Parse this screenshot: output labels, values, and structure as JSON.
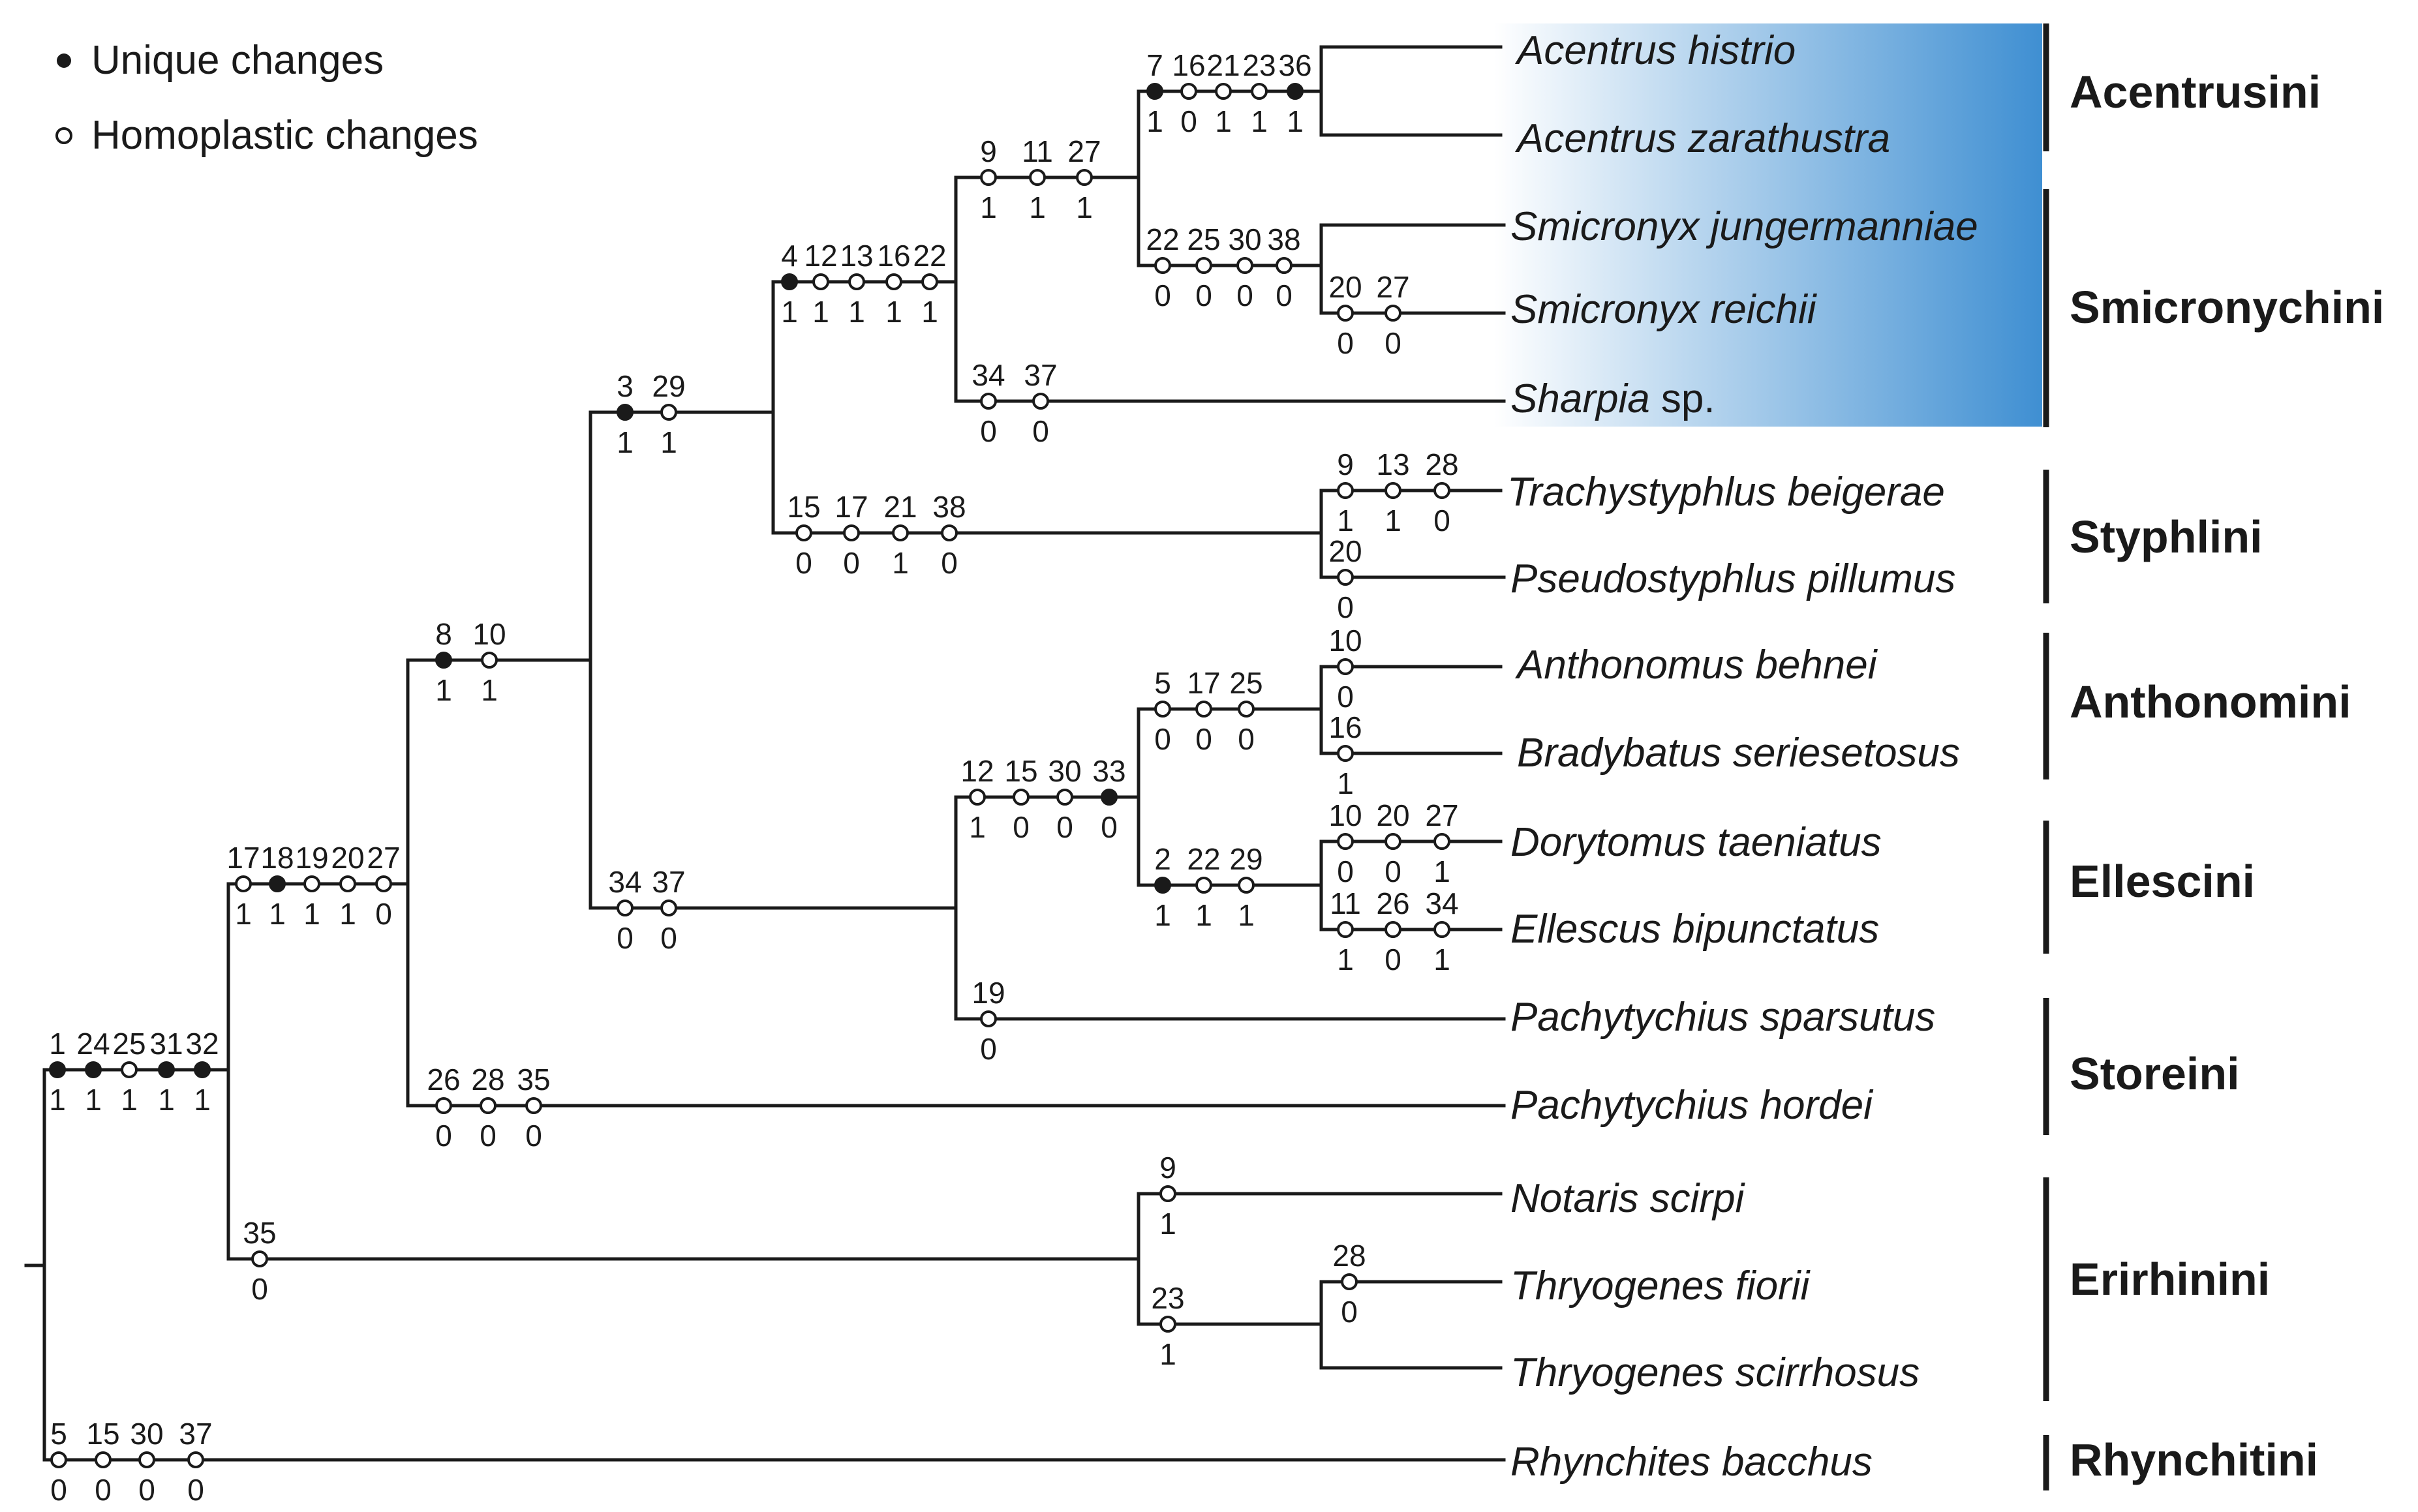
{
  "legend": {
    "unique": "Unique changes",
    "homoplastic": "Homoplastic changes"
  },
  "colors": {
    "line": "#1a1a1a",
    "highlight_start": "#ffffff",
    "highlight_end": "#3f8fd2"
  },
  "taxa": [
    {
      "genus": "Acentrus histrio",
      "suffix": ""
    },
    {
      "genus": "Acentrus zarathustra",
      "suffix": ""
    },
    {
      "genus": "Smicronyx jungermanniae",
      "suffix": ""
    },
    {
      "genus": "Smicronyx reichii",
      "suffix": ""
    },
    {
      "genus": "Sharpia",
      "suffix": " sp."
    },
    {
      "genus": "Trachystyphlus beigerae",
      "suffix": ""
    },
    {
      "genus": "Pseudostyphlus pillumus",
      "suffix": ""
    },
    {
      "genus": "Anthonomus behnei",
      "suffix": ""
    },
    {
      "genus": "Bradybatus seriesetosus",
      "suffix": ""
    },
    {
      "genus": "Dorytomus taeniatus",
      "suffix": ""
    },
    {
      "genus": "Ellescus bipunctatus",
      "suffix": ""
    },
    {
      "genus": "Pachytychius sparsutus",
      "suffix": ""
    },
    {
      "genus": "Pachytychius hordei",
      "suffix": ""
    },
    {
      "genus": "Notaris scirpi",
      "suffix": ""
    },
    {
      "genus": "Thryogenes fiorii",
      "suffix": ""
    },
    {
      "genus": "Thryogenes scirrhosus",
      "suffix": ""
    },
    {
      "genus": "Rhynchites bacchus",
      "suffix": ""
    }
  ],
  "tribes": [
    "Acentrusini",
    "Smicronychini",
    "Styphlini",
    "Anthonomini",
    "Ellescini",
    "Storeini",
    "Erirhinini",
    "Rhynchitini"
  ],
  "changes": {
    "root": [
      {
        "c": "1",
        "s": "1",
        "u": true
      },
      {
        "c": "24",
        "s": "1",
        "u": true
      },
      {
        "c": "25",
        "s": "1",
        "u": false
      },
      {
        "c": "31",
        "s": "1",
        "u": true
      },
      {
        "c": "32",
        "s": "1",
        "u": true
      }
    ],
    "rhynchites": [
      {
        "c": "5",
        "s": "0",
        "u": false
      },
      {
        "c": "15",
        "s": "0",
        "u": false
      },
      {
        "c": "30",
        "s": "0",
        "u": false
      },
      {
        "c": "37",
        "s": "0",
        "u": false
      }
    ],
    "main": [
      {
        "c": "17",
        "s": "1",
        "u": false
      },
      {
        "c": "18",
        "s": "1",
        "u": true
      },
      {
        "c": "19",
        "s": "1",
        "u": false
      },
      {
        "c": "20",
        "s": "1",
        "u": false
      },
      {
        "c": "27",
        "s": "0",
        "u": false
      }
    ],
    "erirhinini": [
      {
        "c": "35",
        "s": "0",
        "u": false
      }
    ],
    "notaris": [
      {
        "c": "9",
        "s": "1",
        "u": false
      }
    ],
    "thryogenes": [
      {
        "c": "23",
        "s": "1",
        "u": false
      }
    ],
    "fiorii": [
      {
        "c": "28",
        "s": "0",
        "u": false
      }
    ],
    "n8": [
      {
        "c": "8",
        "s": "1",
        "u": true
      },
      {
        "c": "10",
        "s": "1",
        "u": false
      }
    ],
    "hordei": [
      {
        "c": "26",
        "s": "0",
        "u": false
      },
      {
        "c": "28",
        "s": "0",
        "u": false
      },
      {
        "c": "35",
        "s": "0",
        "u": false
      }
    ],
    "n3": [
      {
        "c": "3",
        "s": "1",
        "u": true
      },
      {
        "c": "29",
        "s": "1",
        "u": false
      }
    ],
    "n34": [
      {
        "c": "34",
        "s": "0",
        "u": false
      },
      {
        "c": "37",
        "s": "0",
        "u": false
      }
    ],
    "n4": [
      {
        "c": "4",
        "s": "1",
        "u": true
      },
      {
        "c": "12",
        "s": "1",
        "u": false
      },
      {
        "c": "13",
        "s": "1",
        "u": false
      },
      {
        "c": "16",
        "s": "1",
        "u": false
      },
      {
        "c": "22",
        "s": "1",
        "u": false
      }
    ],
    "styphlini": [
      {
        "c": "15",
        "s": "0",
        "u": false
      },
      {
        "c": "17",
        "s": "0",
        "u": false
      },
      {
        "c": "21",
        "s": "1",
        "u": false
      },
      {
        "c": "38",
        "s": "0",
        "u": false
      }
    ],
    "trachy": [
      {
        "c": "9",
        "s": "1",
        "u": false
      },
      {
        "c": "13",
        "s": "1",
        "u": false
      },
      {
        "c": "28",
        "s": "0",
        "u": false
      }
    ],
    "pseudo": [
      {
        "c": "20",
        "s": "0",
        "u": false
      }
    ],
    "n9": [
      {
        "c": "9",
        "s": "1",
        "u": false
      },
      {
        "c": "11",
        "s": "1",
        "u": false
      },
      {
        "c": "27",
        "s": "1",
        "u": false
      }
    ],
    "sharpia": [
      {
        "c": "34",
        "s": "0",
        "u": false
      },
      {
        "c": "37",
        "s": "0",
        "u": false
      }
    ],
    "acentrus": [
      {
        "c": "7",
        "s": "1",
        "u": true
      },
      {
        "c": "16",
        "s": "0",
        "u": false
      },
      {
        "c": "21",
        "s": "1",
        "u": false
      },
      {
        "c": "23",
        "s": "1",
        "u": false
      },
      {
        "c": "36",
        "s": "1",
        "u": true
      }
    ],
    "smicronyx": [
      {
        "c": "22",
        "s": "0",
        "u": false
      },
      {
        "c": "25",
        "s": "0",
        "u": false
      },
      {
        "c": "30",
        "s": "0",
        "u": false
      },
      {
        "c": "38",
        "s": "0",
        "u": false
      }
    ],
    "reichii": [
      {
        "c": "20",
        "s": "0",
        "u": false
      },
      {
        "c": "27",
        "s": "0",
        "u": false
      }
    ],
    "n12": [
      {
        "c": "12",
        "s": "1",
        "u": false
      },
      {
        "c": "15",
        "s": "0",
        "u": false
      },
      {
        "c": "30",
        "s": "0",
        "u": false
      },
      {
        "c": "33",
        "s": "0",
        "u": true
      }
    ],
    "sparsutus": [
      {
        "c": "19",
        "s": "0",
        "u": false
      }
    ],
    "anthonomini": [
      {
        "c": "5",
        "s": "0",
        "u": false
      },
      {
        "c": "17",
        "s": "0",
        "u": false
      },
      {
        "c": "25",
        "s": "0",
        "u": false
      }
    ],
    "anthonomus": [
      {
        "c": "10",
        "s": "0",
        "u": false
      }
    ],
    "bradybatus": [
      {
        "c": "16",
        "s": "1",
        "u": false
      }
    ],
    "ellescini": [
      {
        "c": "2",
        "s": "1",
        "u": true
      },
      {
        "c": "22",
        "s": "1",
        "u": false
      },
      {
        "c": "29",
        "s": "1",
        "u": false
      }
    ],
    "dorytomus": [
      {
        "c": "10",
        "s": "0",
        "u": false
      },
      {
        "c": "20",
        "s": "0",
        "u": false
      },
      {
        "c": "27",
        "s": "1",
        "u": false
      }
    ],
    "ellescus": [
      {
        "c": "11",
        "s": "1",
        "u": false
      },
      {
        "c": "26",
        "s": "0",
        "u": false
      },
      {
        "c": "34",
        "s": "1",
        "u": false
      }
    ]
  }
}
